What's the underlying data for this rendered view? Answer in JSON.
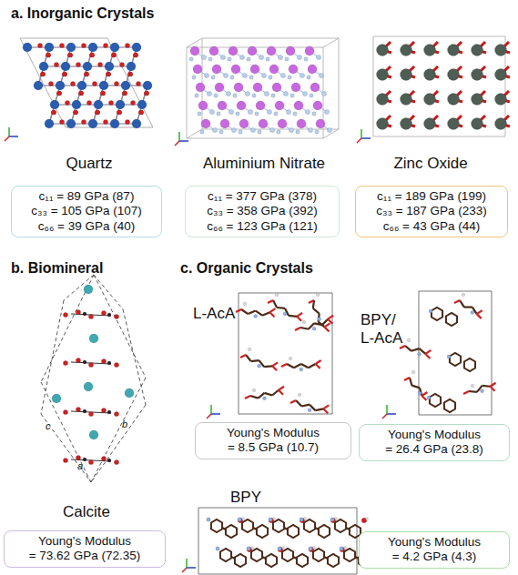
{
  "diagram": {
    "nodes": [
      {
        "text": [
          "c₁₁ = 89 GPa (87)",
          "c₃₃ = 105 GPa (107)",
          "c₆₆ = 39 GPa (40)"
        ]
      },
      {
        "text": [
          "c₁₁ = 377 GPa (378)",
          "c₃₃ = 358 GPa (392)",
          "c₆₆ = 123 GPa (121)"
        ]
      },
      {
        "text": [
          "c₁₁ = 189 GPa (199)",
          "c₃₃ = 187 GPa (233)",
          "c₆₆ = 43 GPa (44)"
        ]
      },
      {
        "text": [
          "Young's Modulus",
          "= 73.62 GPa (72.35)"
        ]
      },
      {
        "text": [
          "Young's Modulus",
          "= 8.5 GPa (10.7)"
        ]
      },
      {
        "text": [
          "Young's Modulus",
          "= 26.4 GPa (23.8)"
        ]
      },
      {
        "text": [
          "Young's Modulus",
          "= 4.2 GPa (4.3)"
        ]
      }
    ],
    "edges": [],
    "labels": [
      "a. Inorganic Crystals",
      "Quartz",
      "Aluminium Nitrate",
      "Zinc Oxide",
      "b. Biomineral",
      "c",
      "b",
      "a",
      "Calcite",
      "c. Organic Crystals",
      "L-AcA",
      "BPY/ L-AcA",
      "BPY"
    ]
  }
}
